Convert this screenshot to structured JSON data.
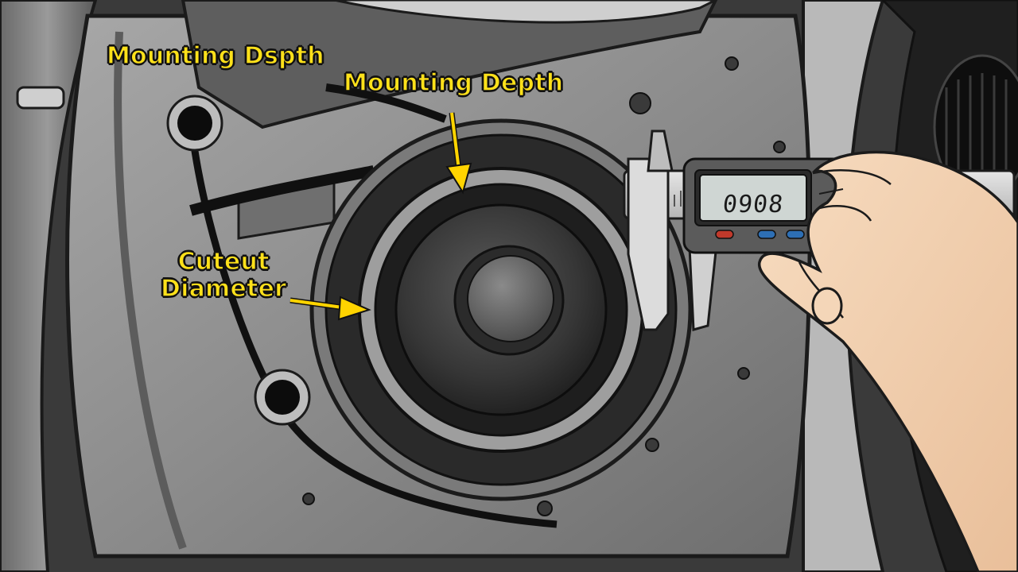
{
  "callouts": [
    {
      "id": "mounting-depth-top-left",
      "text": "Mounting Dspth"
    },
    {
      "id": "mounting-depth-center",
      "text": "Mounting Depth"
    },
    {
      "id": "cutout-diameter",
      "text": "Cuteut\nDiameter"
    }
  ],
  "caliper": {
    "display_reading": "0908"
  },
  "colors": {
    "callout_text": "#ffe11a",
    "arrow": "#ffd400",
    "door_panel": "#8a8a8a",
    "speaker_cone": "#3b3b3b",
    "skin": "#f2d2b2",
    "lcd": "#cfd6d3",
    "button_red": "#c0392b",
    "button_blue": "#2d6fb5"
  }
}
